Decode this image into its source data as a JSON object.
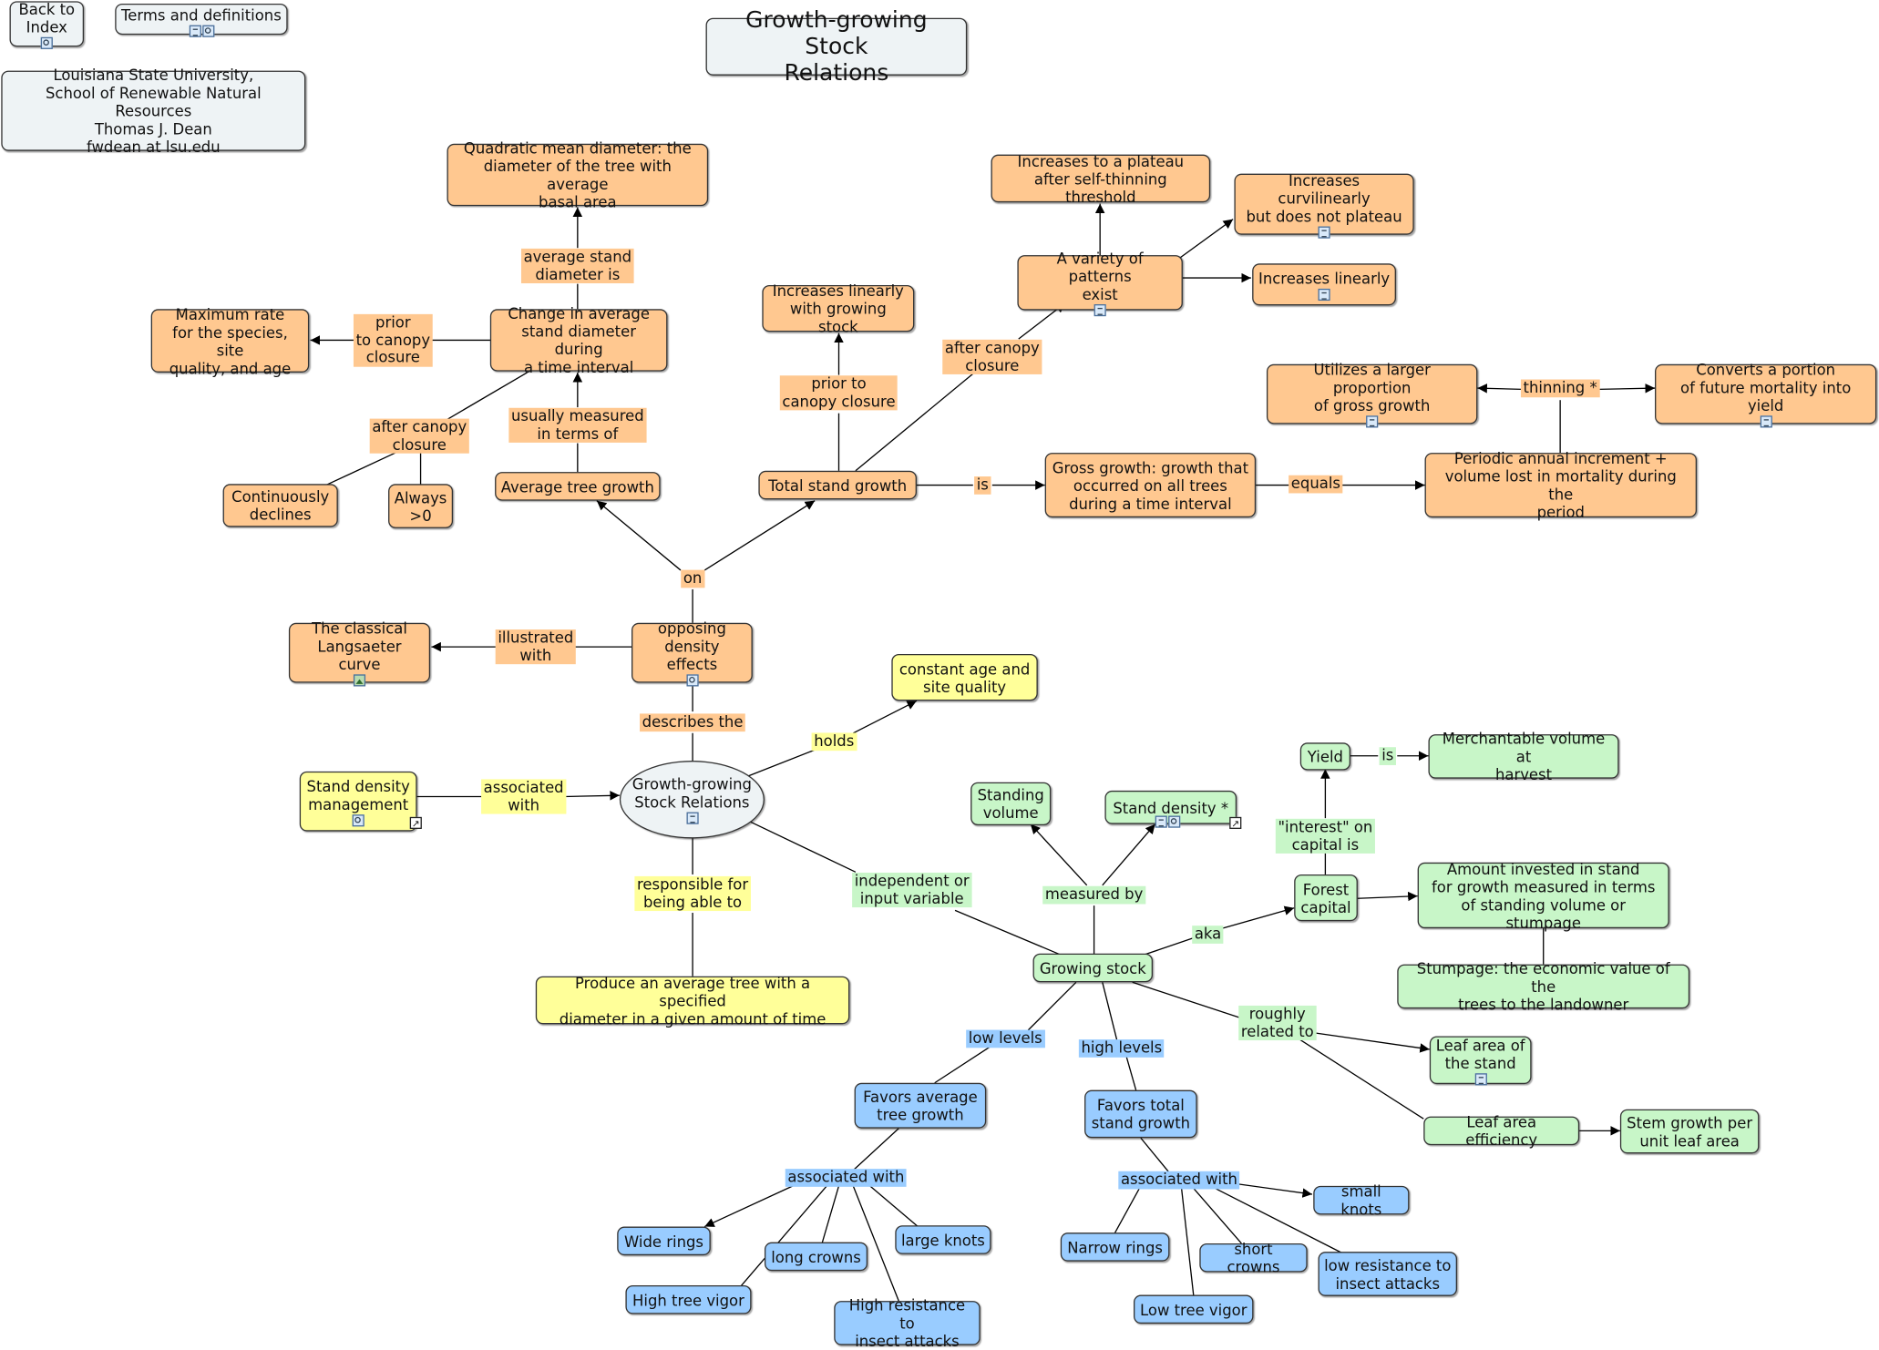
{
  "header": {
    "back_to_index": "Back to\nIndex",
    "terms": "Terms and definitions",
    "author": "Louisiana State University,\nSchool of Renewable Natural Resources\nThomas J. Dean\nfwdean at lsu.edu",
    "title": "Growth-growing Stock\nRelations"
  },
  "nodes": {
    "quadratic_mean": "Quadratic mean diameter: the\ndiameter of the tree with average\nbasal area",
    "max_rate": "Maximum rate\nfor the species, site\nquality, and age",
    "change_avg_diam": "Change in average\nstand diameter during\na time interval",
    "continuously_declines": "Continuously\ndeclines",
    "always_gt0": "Always\n>0",
    "avg_tree_growth": "Average tree growth",
    "inc_lin_gs": "Increases linearly\nwith growing stock",
    "total_stand_growth": "Total stand growth",
    "plateau": "Increases to a plateau\nafter self-thinning threshold",
    "curvilinear": "Increases curvilinearly\nbut does not plateau",
    "variety": "A variety of patterns\nexist",
    "inc_linearly": "Increases linearly",
    "larger_proportion": "Utilizes a larger proportion\nof gross growth",
    "converts": "Converts a portion\nof future mortality into yield",
    "gross_growth": "Gross growth: growth that\noccurred on all trees\nduring a time interval",
    "pai": "Periodic annual increment +\nvolume lost in mortality during the\nperiod",
    "langsaeter": "The classical\nLangsaeter curve",
    "opposing": "opposing\ndensity effects",
    "constant_age": "constant age and\nsite quality",
    "sdm": "Stand density\nmanagement",
    "ggsr": "Growth-growing\nStock Relations",
    "produce": "Produce an average tree with a specified\ndiameter in a given amount of time",
    "standing_volume": "Standing\nvolume",
    "stand_density": "Stand density *",
    "yield": "Yield",
    "merch": "Merchantable volume at\nharvest",
    "forest_capital": "Forest\ncapital",
    "amount_invested": "Amount invested in stand\nfor growth measured in terms\nof standing volume or stumpage",
    "growing_stock": "Growing stock",
    "stumpage": "Stumpage: the economic value of the\ntrees to the landowner",
    "leaf_area": "Leaf area of\nthe stand",
    "leaf_eff": "Leaf area efficiency",
    "stem_growth": "Stem growth per\nunit leaf area",
    "favors_avg": "Favors average\ntree growth",
    "favors_total": "Favors total\nstand growth",
    "wide_rings": "Wide rings",
    "long_crowns": "long crowns",
    "large_knots": "large knots",
    "high_vigor": "High tree vigor",
    "high_resist": "High resistance to\ninsect attacks",
    "narrow_rings": "Narrow rings",
    "short_crowns": "short crowns",
    "small_knots": "small knots",
    "low_resist": "low resistance to\ninsect attacks",
    "low_vigor": "Low tree vigor"
  },
  "links": {
    "avg_stand_diam": "average stand\ndiameter is",
    "prior_canopy_1": "prior\nto canopy\nclosure",
    "after_canopy_1": "after canopy\nclosure",
    "usually_measured": "usually measured\nin terms of",
    "prior_canopy_2": "prior to\ncanopy closure",
    "after_canopy_2": "after canopy\nclosure",
    "is_1": "is",
    "equals": "equals",
    "thinning": "thinning *",
    "on": "on",
    "illustrated": "illustrated\nwith",
    "describes": "describes the",
    "holds": "holds",
    "associated_1": "associated\nwith",
    "responsible": "responsible for\nbeing able to",
    "independent": "independent or\ninput variable",
    "measured_by": "measured by",
    "interest": "\"interest\" on\ncapital is",
    "is_2": "is",
    "aka": "aka",
    "roughly": "roughly\nrelated to",
    "low_levels": "low levels",
    "high_levels": "high levels",
    "assoc_low": "associated with",
    "assoc_high": "associated with"
  },
  "icons": [
    "cmap-icon",
    "document-icon",
    "image-icon",
    "external-link-icon"
  ],
  "colors": {
    "gray": "#eef3f5",
    "orange": "#ffc890",
    "yellow": "#ffff99",
    "green": "#c8f6c8",
    "blue": "#99ccff"
  }
}
